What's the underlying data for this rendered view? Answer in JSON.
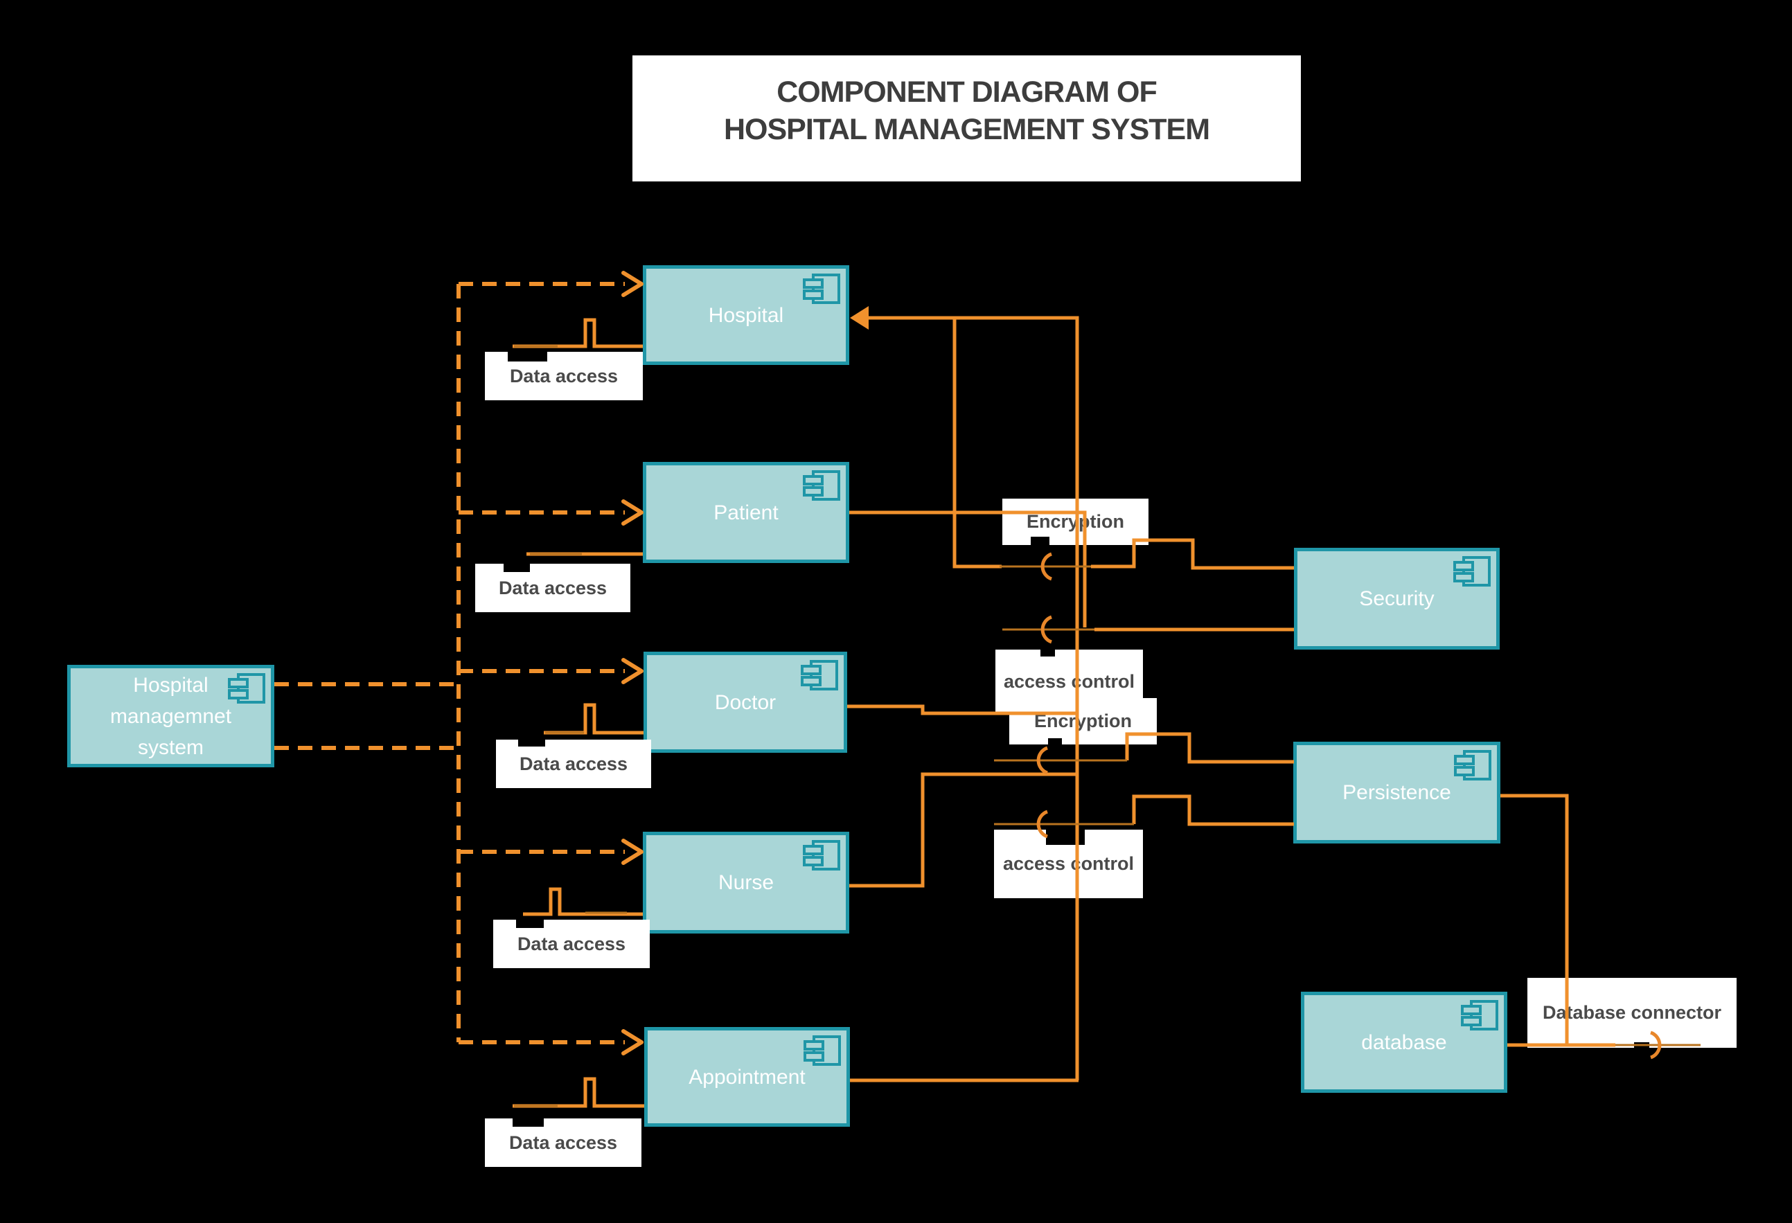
{
  "title": {
    "line1": "COMPONENT DIAGRAM OF",
    "line2": "HOSPITAL MANAGEMENT SYSTEM"
  },
  "components": {
    "hms": {
      "label": "Hospital managemnet system"
    },
    "hospital": {
      "label": "Hospital"
    },
    "patient": {
      "label": "Patient"
    },
    "doctor": {
      "label": "Doctor"
    },
    "nurse": {
      "label": "Nurse"
    },
    "appointment": {
      "label": "Appointment"
    },
    "security": {
      "label": "Security"
    },
    "persistence": {
      "label": "Persistence"
    },
    "database": {
      "label": "database"
    }
  },
  "interface_labels": {
    "data_access_hospital": "Data access",
    "data_access_patient": "Data access",
    "data_access_doctor": "Data access",
    "data_access_nurse": "Data access",
    "data_access_appointment": "Data access",
    "encryption_security": "Encryption",
    "access_control_security": "access control",
    "encryption_persistence": "Encryption",
    "access_control_persistence": "access control",
    "database_connector": "Database connector"
  },
  "colors": {
    "background": "#000000",
    "component_fill": "#a9d6d7",
    "component_border": "#1f96a7",
    "connector_orange": "#f0912d",
    "connector_dark_orange": "#b9731f",
    "label_background": "#ffffff",
    "label_text": "#4a4a4a",
    "title_text": "#3d3d3d",
    "component_text": "#ffffff"
  }
}
